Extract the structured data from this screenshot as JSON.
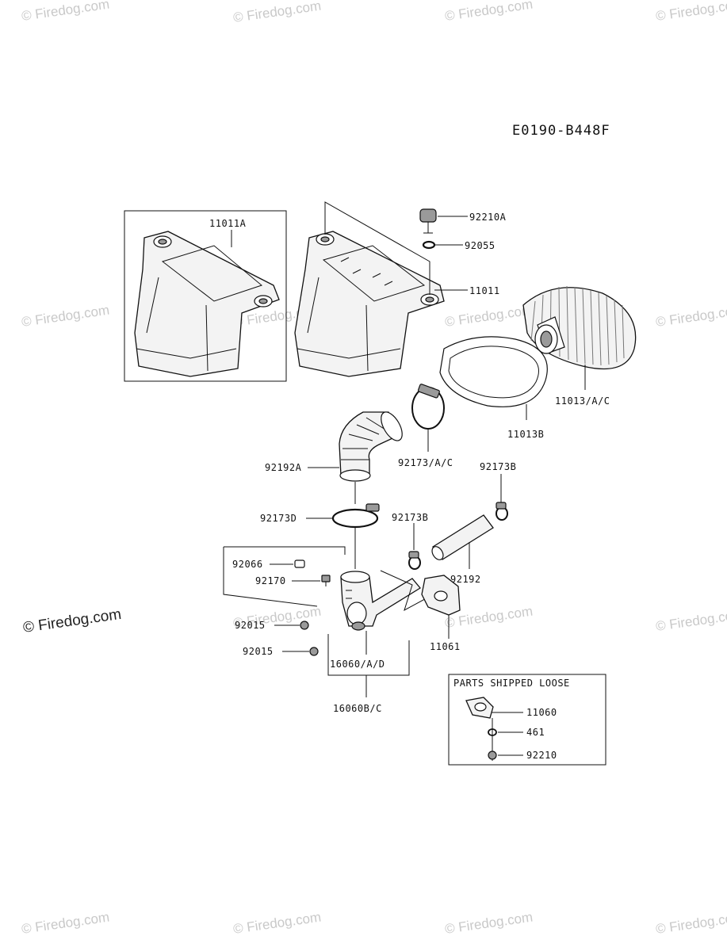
{
  "diagram_code": "E0190-B448F",
  "watermark": "© Firedog.com",
  "labels": {
    "p11011A": "11011A",
    "p92210A": "92210A",
    "p92055": "92055",
    "p11011": "11011",
    "p11013AC": "11013/A/C",
    "p11013B": "11013B",
    "p92192A": "92192A",
    "p92173AC": "92173/A/C",
    "p92173B_top": "92173B",
    "p92173D": "92173D",
    "p92173B_mid": "92173B",
    "p92066": "92066",
    "p92170": "92170",
    "p92192": "92192",
    "p92015_a": "92015",
    "p92015_b": "92015",
    "p11061": "11061",
    "p16060AD": "16060/A/D",
    "p16060BC": "16060B/C"
  },
  "loose_parts": {
    "title": "PARTS SHIPPED LOOSE",
    "items": [
      "11060",
      "461",
      "92210"
    ]
  }
}
